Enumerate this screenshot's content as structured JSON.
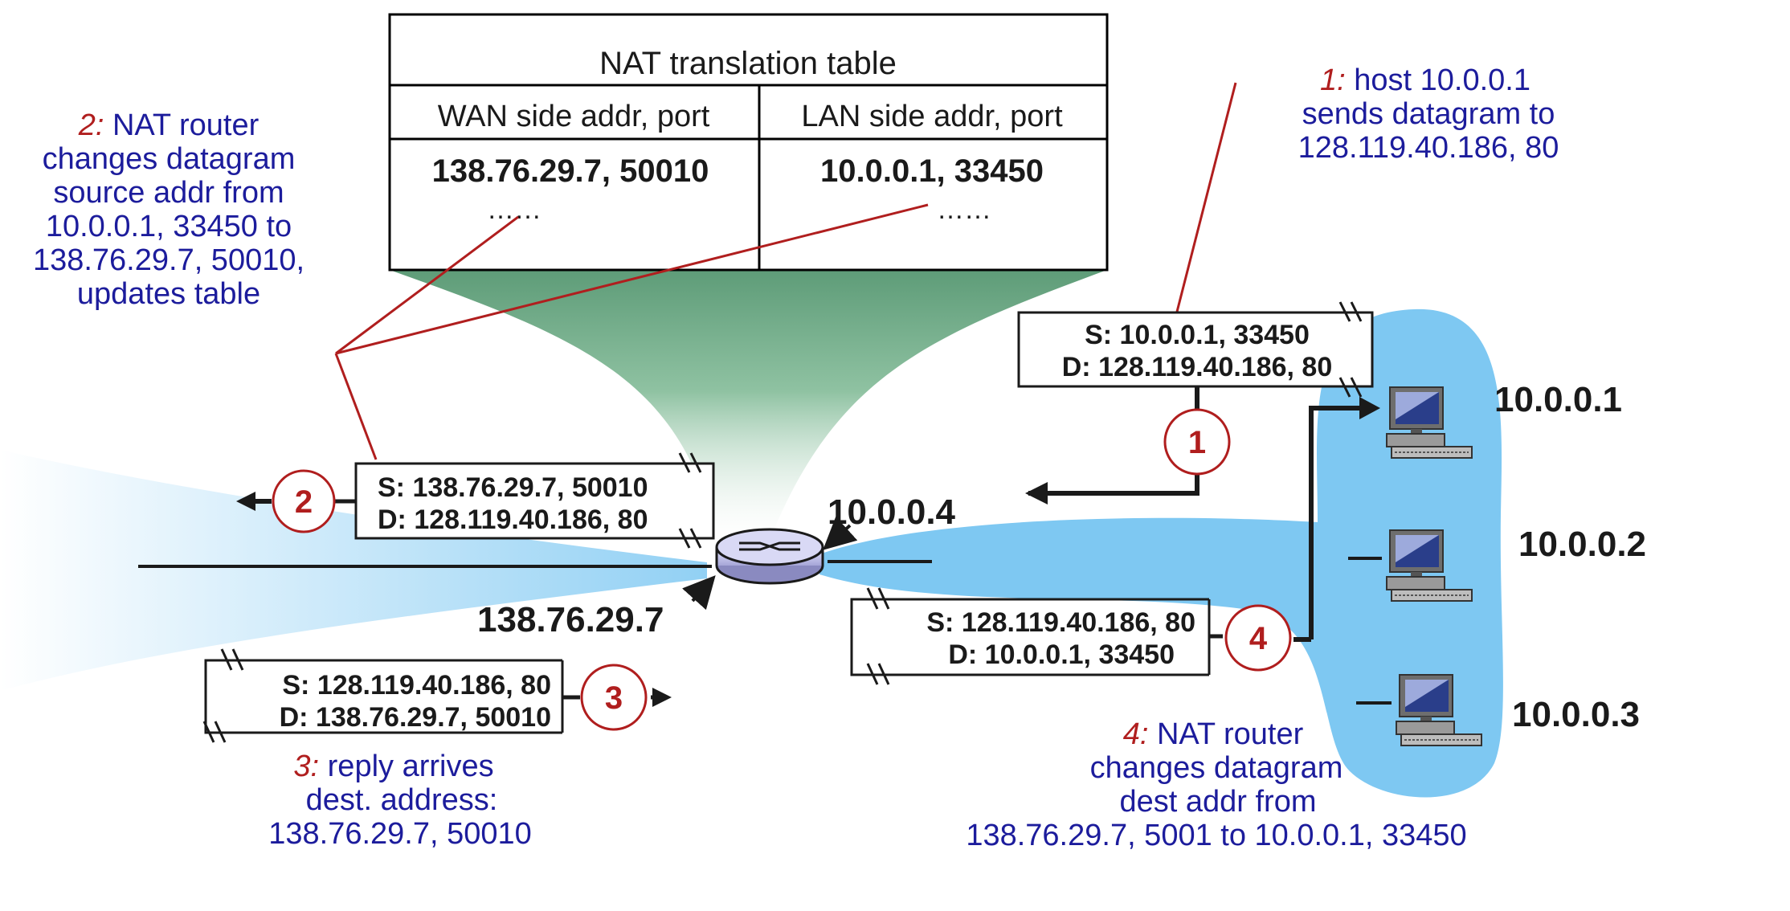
{
  "nat_table": {
    "title": "NAT translation table",
    "col_wan": "WAN side addr, port",
    "col_lan": "LAN side addr, port",
    "row1_wan": "138.76.29.7, 50010",
    "row1_lan": "10.0.0.1, 33450",
    "row2_wan": "……",
    "row2_lan": "……"
  },
  "annotations": {
    "a1_num": "1:",
    "a1_l1": " host 10.0.0.1",
    "a1_l2": "sends datagram to",
    "a1_l3": "128.119.40.186, 80",
    "a2_num": "2:",
    "a2_l1": " NAT router",
    "a2_l2": "changes datagram",
    "a2_l3": "source addr from",
    "a2_l4": "10.0.0.1, 33450 to",
    "a2_l5": "138.76.29.7, 50010,",
    "a2_l6": "updates table",
    "a3_num": "3:",
    "a3_l1": " reply arrives",
    "a3_l2": "dest. address:",
    "a3_l3": "138.76.29.7, 50010",
    "a4_num": "4:",
    "a4_l1": " NAT router",
    "a4_l2": "changes datagram",
    "a4_l3": "dest addr from",
    "a4_l4": "138.76.29.7, 5001 to 10.0.0.1, 33450"
  },
  "datagrams": {
    "d1_src": "S: 10.0.0.1, 33450",
    "d1_dst": "D: 128.119.40.186, 80",
    "d2_src": "S: 138.76.29.7, 50010",
    "d2_dst": "D: 128.119.40.186, 80",
    "d3_src": "S: 128.119.40.186, 80",
    "d3_dst": "D: 138.76.29.7, 50010",
    "d4_src": "S: 128.119.40.186, 80",
    "d4_dst": "D: 10.0.0.1, 33450"
  },
  "steps": {
    "s1": "1",
    "s2": "2",
    "s3": "3",
    "s4": "4"
  },
  "addresses": {
    "router_lan": "10.0.0.4",
    "router_wan": "138.76.29.7",
    "host1": "10.0.0.1",
    "host2": "10.0.0.2",
    "host3": "10.0.0.3"
  },
  "colors": {
    "annotation_text": "#1c1c9c",
    "step_number": "#b01e1e",
    "network_cloud": "#7ec8f2",
    "table_funnel": "#6aa583"
  }
}
